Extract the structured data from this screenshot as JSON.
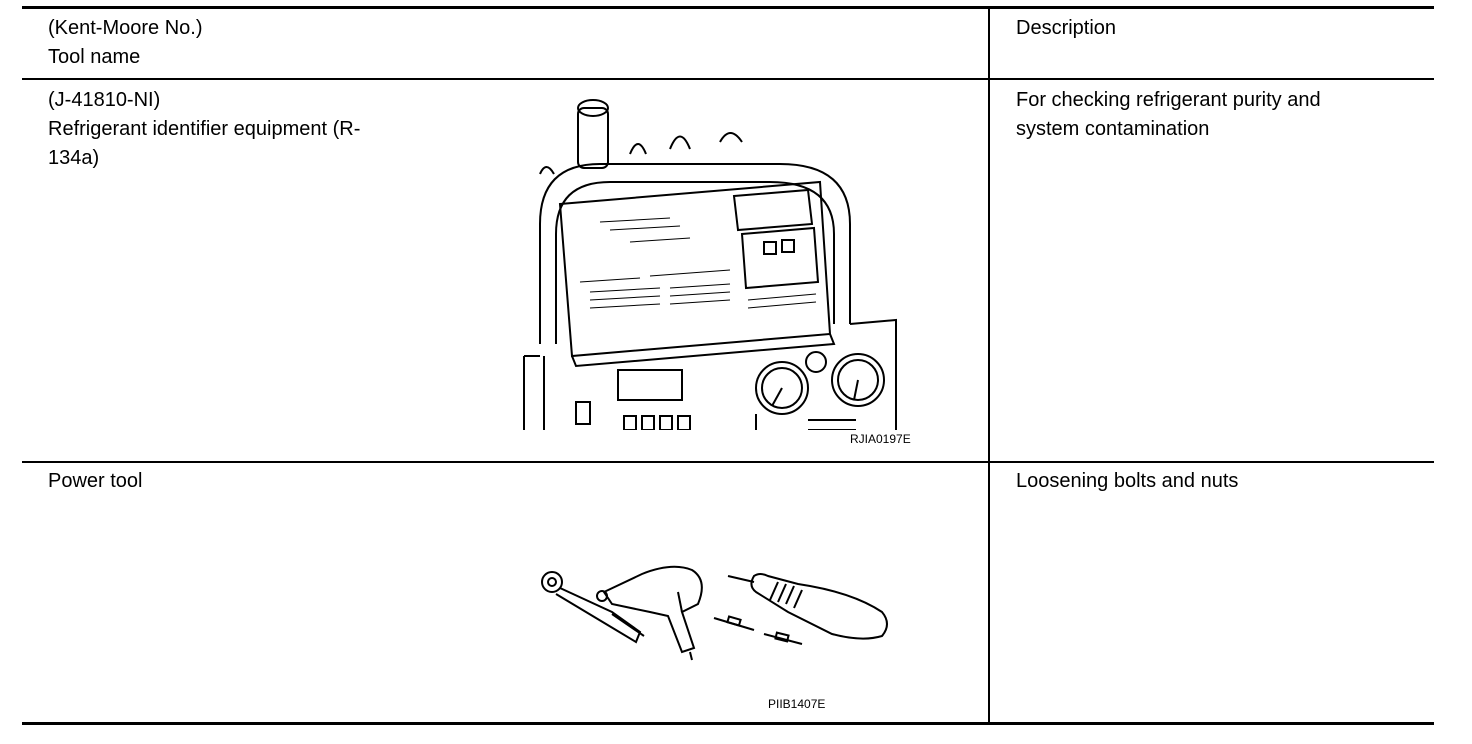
{
  "header": {
    "col1_line1": "(Kent-Moore No.)",
    "col1_line2": "Tool name",
    "col2": "Description"
  },
  "rows": [
    {
      "tool_number": "(J-41810-NI)",
      "tool_name_line1": "Refrigerant identifier equipment (R-",
      "tool_name_line2": "134a)",
      "figure_label": "RJIA0197E",
      "figure_icon": "refrigerant-identifier-illustration",
      "description_line1": "For checking refrigerant purity and",
      "description_line2": "system contamination"
    },
    {
      "tool_name_line1": "Power tool",
      "figure_label": "PIIB1407E",
      "figure_icon": "power-tools-illustration",
      "description_line1": "Loosening bolts and nuts"
    }
  ]
}
